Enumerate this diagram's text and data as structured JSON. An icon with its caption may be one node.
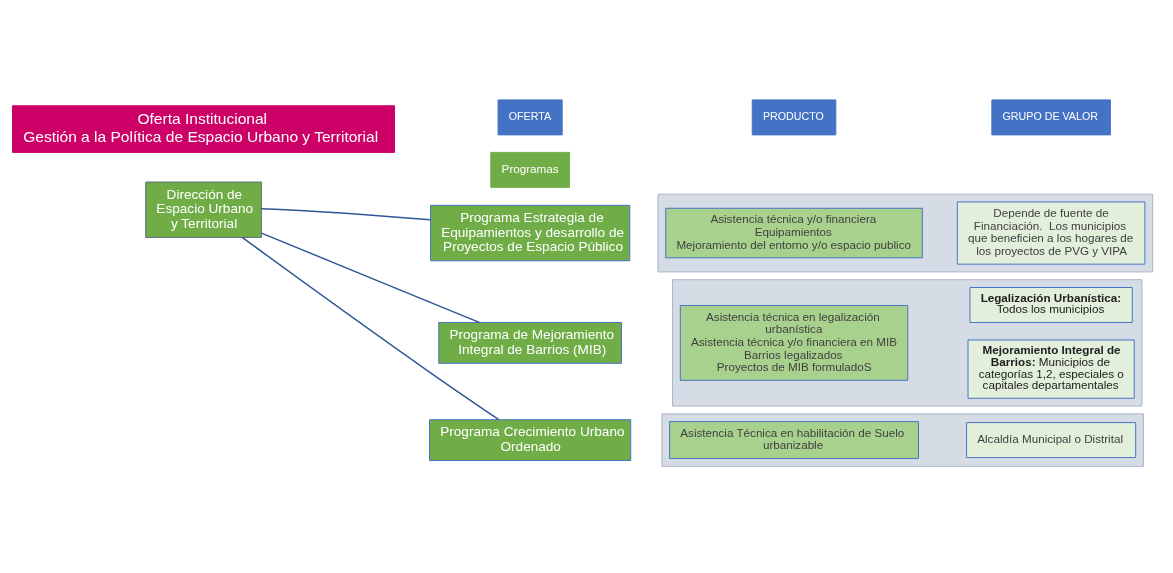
{
  "diagram": {
    "nodes": [
      {
        "text": [
          "Oferta Institucional",
          "Gestión a la Política de Espacio Urbano y Territorial"
        ]
      },
      {
        "text": [
          "OFERTA"
        ]
      },
      {
        "text": [
          "PRODUCTO"
        ]
      },
      {
        "text": [
          "GRUPO DE VALOR"
        ]
      },
      {
        "text": [
          "Dirección de Espacio Urbano y Territorial"
        ]
      },
      {
        "text": [],
        "shape": "box"
      },
      {
        "text": [
          "Programa Estrategia de Equipamientos y desarrollo de Proyectos de Espacio Público"
        ]
      },
      {
        "text": [
          "Asistencia técnica y/o financiera",
          "Equipamientos",
          "Mejoramiento del entorno y/o espacio publico"
        ],
        "in": 5
      },
      {
        "text": [
          "Depende de fuente de Financiación.  Los municipios que beneficien a los hogares de los proyectos de PVG y VIPA"
        ],
        "in": 5
      },
      {
        "text": [],
        "shape": "box"
      },
      {
        "text": [
          "Programa de Mejoramiento Integral de Barrios (MIB)"
        ]
      },
      {
        "text": [
          "Asistencia técnica en legalización urbanística",
          "Asistencia técnica y/o financiera en MIB",
          "Barrios legalizados",
          "Proyectos de MIB formuladoS"
        ],
        "in": 9
      },
      {
        "text": [
          "**Mejoramiento Integral de Barrios:** Municipios de categorías 1,2, especiales o capitales departamentales"
        ],
        "in": 9
      },
      {
        "text": [
          "**Legalización Urbanística:** Todos los municipios"
        ],
        "in": 9
      },
      {
        "text": [],
        "shape": "box"
      },
      {
        "text": [
          "Programa Crecimiento Urbano Ordenado"
        ]
      },
      {
        "text": [
          "Asistencia Técnica en habilitación de Suelo urbanizable"
        ],
        "in": 14
      },
      {
        "text": [
          "Alcaldía Municipal o Distrital"
        ],
        "in": 14
      }
    ],
    "edges": [
      {
        "from": 4,
        "to": 6,
        "arrow": "none"
      },
      {
        "from": 4,
        "to": 10,
        "arrow": "none"
      },
      {
        "from": 4,
        "to": 15,
        "arrow": "none"
      }
    ],
    "legend": [
      {
        "text": "Programas",
        "color": "#70ad47"
      }
    ]
  }
}
